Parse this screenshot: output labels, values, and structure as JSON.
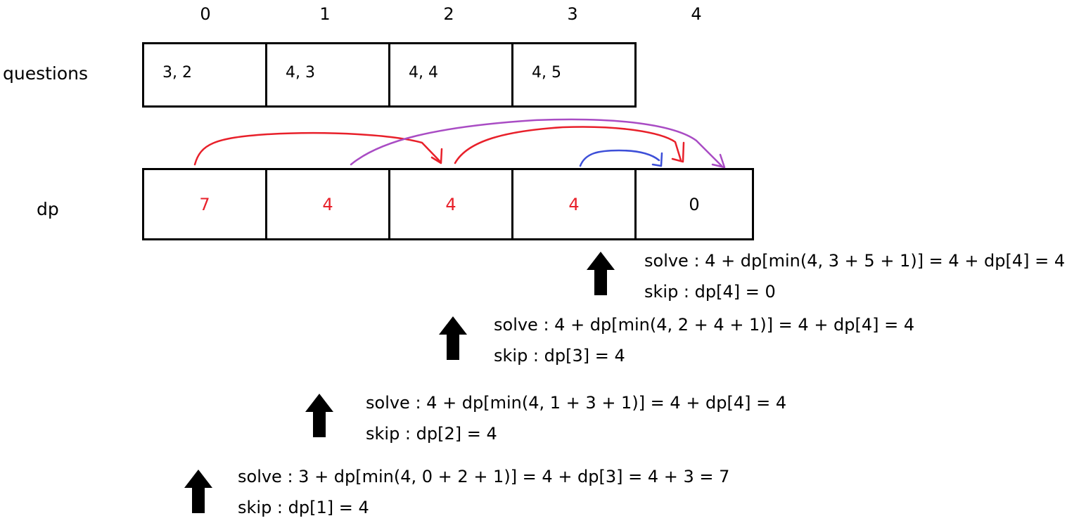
{
  "indices": [
    "0",
    "1",
    "2",
    "3",
    "4"
  ],
  "questions": {
    "label": "questions",
    "cells": [
      "3, 2",
      "4, 3",
      "4, 4",
      "4, 5"
    ]
  },
  "dp": {
    "label": "dp",
    "cells": [
      "7",
      "4",
      "4",
      "4",
      "0"
    ],
    "computed_color": "#e8202a",
    "base_color": "#000000"
  },
  "arc_colors": {
    "red": "#e8202a",
    "purple": "#a94cc4",
    "blue": "#3d4fd8"
  },
  "steps": [
    {
      "solve": "solve : 4 + dp[min(4, 3 + 5 + 1)] = 4 + dp[4] = 4",
      "skip": "skip : dp[4] = 0"
    },
    {
      "solve": "solve : 4 + dp[min(4, 2 + 4 + 1)] = 4 + dp[4] = 4",
      "skip": "skip : dp[3] = 4"
    },
    {
      "solve": "solve : 4 + dp[min(4, 1 + 3 + 1)] = 4 + dp[4] = 4",
      "skip": "skip : dp[2] = 4"
    },
    {
      "solve": "solve : 3 + dp[min(4, 0 + 2 + 1)] = 4 + dp[3] = 4 + 3 = 7",
      "skip": "skip : dp[1] = 4"
    }
  ]
}
